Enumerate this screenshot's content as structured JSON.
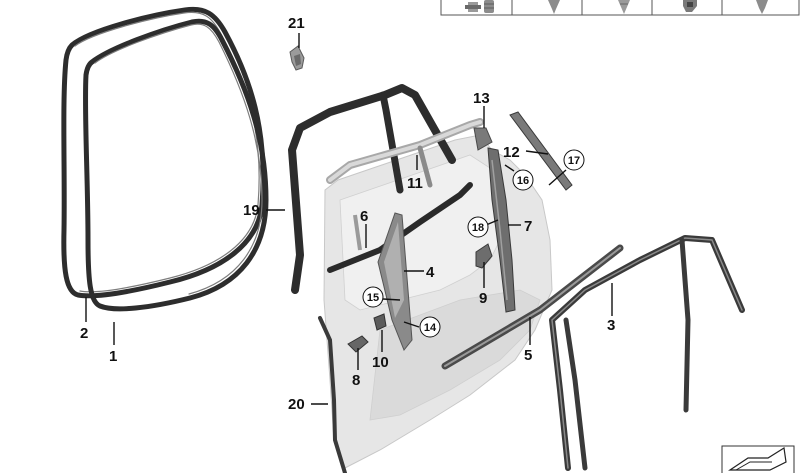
{
  "labels": {
    "l1": "1",
    "l2": "2",
    "l3": "3",
    "l4": "4",
    "l5": "5",
    "l6": "6",
    "l7": "7",
    "l8": "8",
    "l9": "9",
    "l10": "10",
    "l11": "11",
    "l12": "12",
    "l13": "13",
    "l14": "14",
    "l15": "15",
    "l16": "16",
    "l17": "17",
    "l18": "18",
    "l19": "19",
    "l20": "20",
    "l21": "21"
  },
  "circled_labels": [
    "14",
    "15",
    "16",
    "17",
    "18"
  ],
  "colors": {
    "seal": "#2d2d2d",
    "seal_highlight": "#7d7d7d",
    "door_panel": "#e6e6e6",
    "door_outline": "#c8c8c8",
    "trim_dark": "#4a4a4a",
    "trim_mid": "#8a8a8a"
  },
  "legend_icons": [
    "clip-icon",
    "grommet-icon",
    "rivet-icon",
    "push-pin-icon",
    "clip-bracket-icon",
    "expanding-rivet-icon"
  ],
  "corner_icon": "catalog-arrow-icon"
}
